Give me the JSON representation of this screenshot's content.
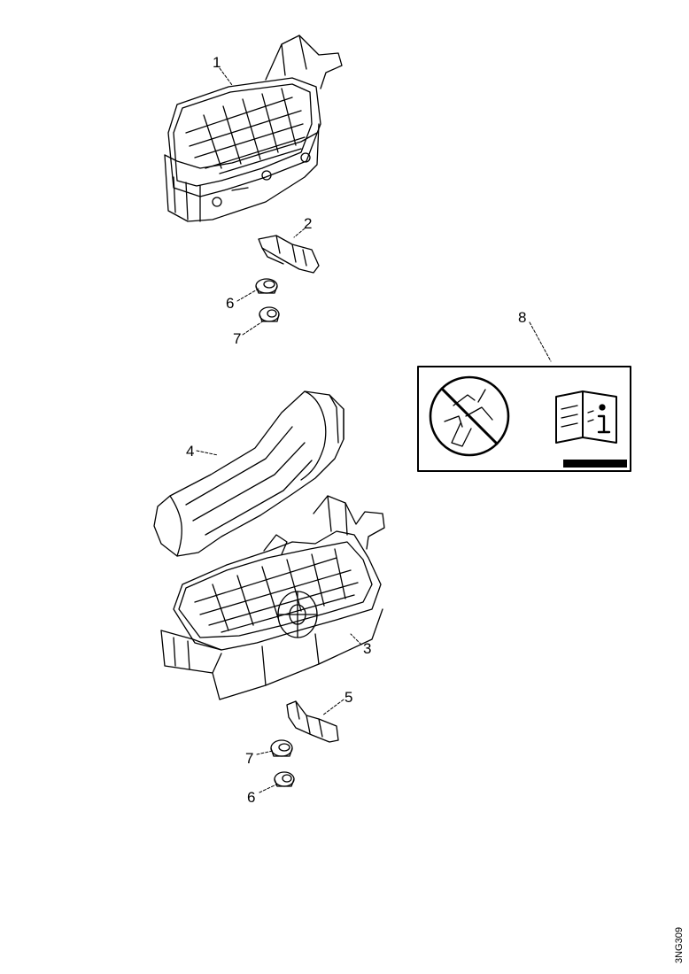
{
  "diagram": {
    "callouts": {
      "c1": "1",
      "c2": "2",
      "c3": "3",
      "c4": "4",
      "c5": "5",
      "c6a": "6",
      "c6b": "6",
      "c7a": "7",
      "c7b": "7",
      "c8": "8"
    },
    "drawing_ref": "3NG309",
    "icons": [
      "no-grease-icon",
      "read-manual-icon"
    ]
  }
}
